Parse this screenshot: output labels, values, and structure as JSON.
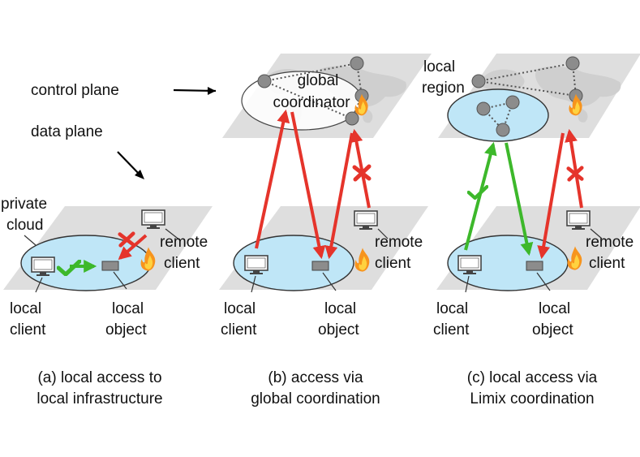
{
  "labels": {
    "control_plane": "control plane",
    "data_plane": "data plane",
    "private": "private",
    "cloud": "cloud",
    "global": "global",
    "coordinator": "coordinator",
    "local_region_1": "local",
    "local_region_2": "region",
    "remote": "remote",
    "client": "client",
    "local": "local",
    "object": "object"
  },
  "captions": {
    "a": [
      "(a) local access to",
      "local infrastructure"
    ],
    "b": [
      "(b) access via",
      "global coordination"
    ],
    "c": [
      "(c) local access via",
      "Limix coordination"
    ]
  },
  "colors": {
    "plane": "#dedede",
    "ellipse_fill": "#bfe6f7",
    "red": "#e5342b",
    "green": "#3db82b",
    "node": "#8c8c8c",
    "flame_outer": "#f7941d",
    "flame_inner": "#ffd23f"
  },
  "icons": [
    "monitor-icon",
    "object-block-icon",
    "flame-icon",
    "check-icon",
    "x-mark-icon",
    "node-icon",
    "world-map-icon"
  ]
}
